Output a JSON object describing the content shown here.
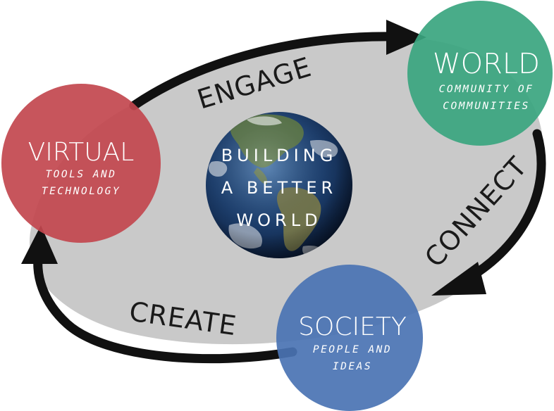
{
  "center": {
    "line1": "BUILDING",
    "line2": "A BETTER",
    "line3": "WORLD"
  },
  "arcs": {
    "engage": "ENGAGE",
    "connect": "CONNECT",
    "create": "CREATE"
  },
  "nodes": {
    "virtual": {
      "title": "VIRTUAL",
      "sub1": "TOOLS AND",
      "sub2": "TECHNOLOGY",
      "color": "#c2474e"
    },
    "world": {
      "title": "WORLD",
      "sub1": "COMMUNITY OF",
      "sub2": "COMMUNITIES",
      "color": "#3aa57f"
    },
    "society": {
      "title": "SOCIETY",
      "sub1": "PEOPLE AND",
      "sub2": "IDEAS",
      "color": "#4a73b3"
    }
  },
  "colors": {
    "cycle_fill": "#c9c9c9",
    "arrow": "#111111"
  }
}
